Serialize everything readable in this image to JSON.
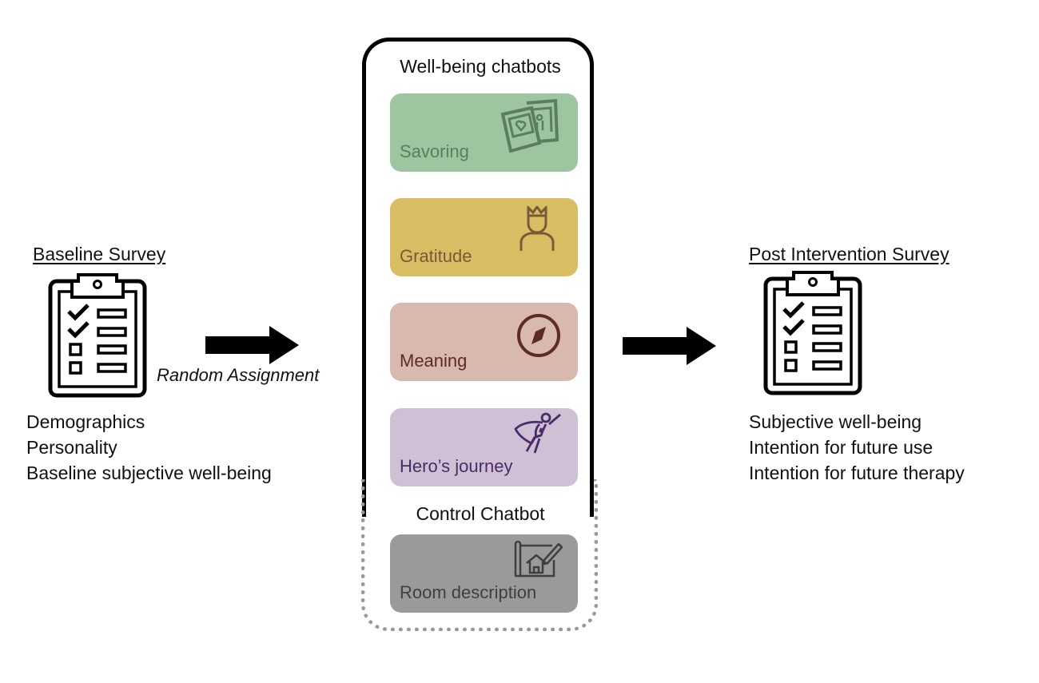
{
  "baseline": {
    "title": "Baseline Survey",
    "icon": "clipboard-checklist-icon",
    "measures": [
      "Demographics",
      "Personality",
      "Baseline subjective well-being"
    ]
  },
  "assignment": {
    "label": "Random Assignment"
  },
  "wellbeing": {
    "title": "Well-being chatbots",
    "chatbots": [
      {
        "label": "Savoring",
        "icon": "photos-icon",
        "bg": "#9dc59f",
        "fg": "#5c7d5f"
      },
      {
        "label": "Gratitude",
        "icon": "crowned-person-icon",
        "bg": "#d9bd64",
        "fg": "#7a5a36"
      },
      {
        "label": "Meaning",
        "icon": "compass-icon",
        "bg": "#d7b9ae",
        "fg": "#5e2b22"
      },
      {
        "label": "Hero’s journey",
        "icon": "superhero-icon",
        "bg": "#cfc0d6",
        "fg": "#4a2c66"
      }
    ]
  },
  "control": {
    "title": "Control Chatbot",
    "chatbot": {
      "label": "Room description",
      "icon": "house-blueprint-icon",
      "bg": "#9a9a9a",
      "fg": "#3f3f3f"
    }
  },
  "post": {
    "title": "Post Intervention Survey",
    "icon": "clipboard-checklist-icon",
    "measures": [
      "Subjective well-being",
      "Intention for future use",
      "Intention for future therapy"
    ]
  }
}
